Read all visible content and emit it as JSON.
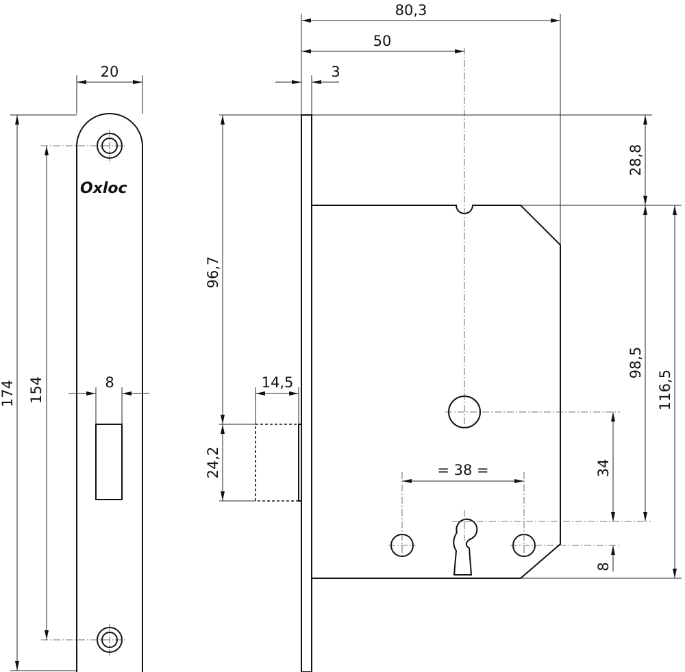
{
  "title": "Mortise lock dimension drawing",
  "brand_logo": "Oxloc",
  "faceplate_view": {
    "width": "20",
    "total_height": "174",
    "hole_spacing": "154",
    "latch_slot_width": "8"
  },
  "side_view": {
    "overall_depth": "80,3",
    "backset": "50",
    "plate_thickness": "3",
    "top_to_follower": "96,7",
    "bolt_height": "24,2",
    "bolt_throw": "14,5",
    "top_to_case": "28,8",
    "case_to_keyhole": "98,5",
    "case_height": "116,5",
    "follower_to_keyhole": "34",
    "keyhole_offset": "8",
    "screw_spacing": "= 38 ="
  }
}
